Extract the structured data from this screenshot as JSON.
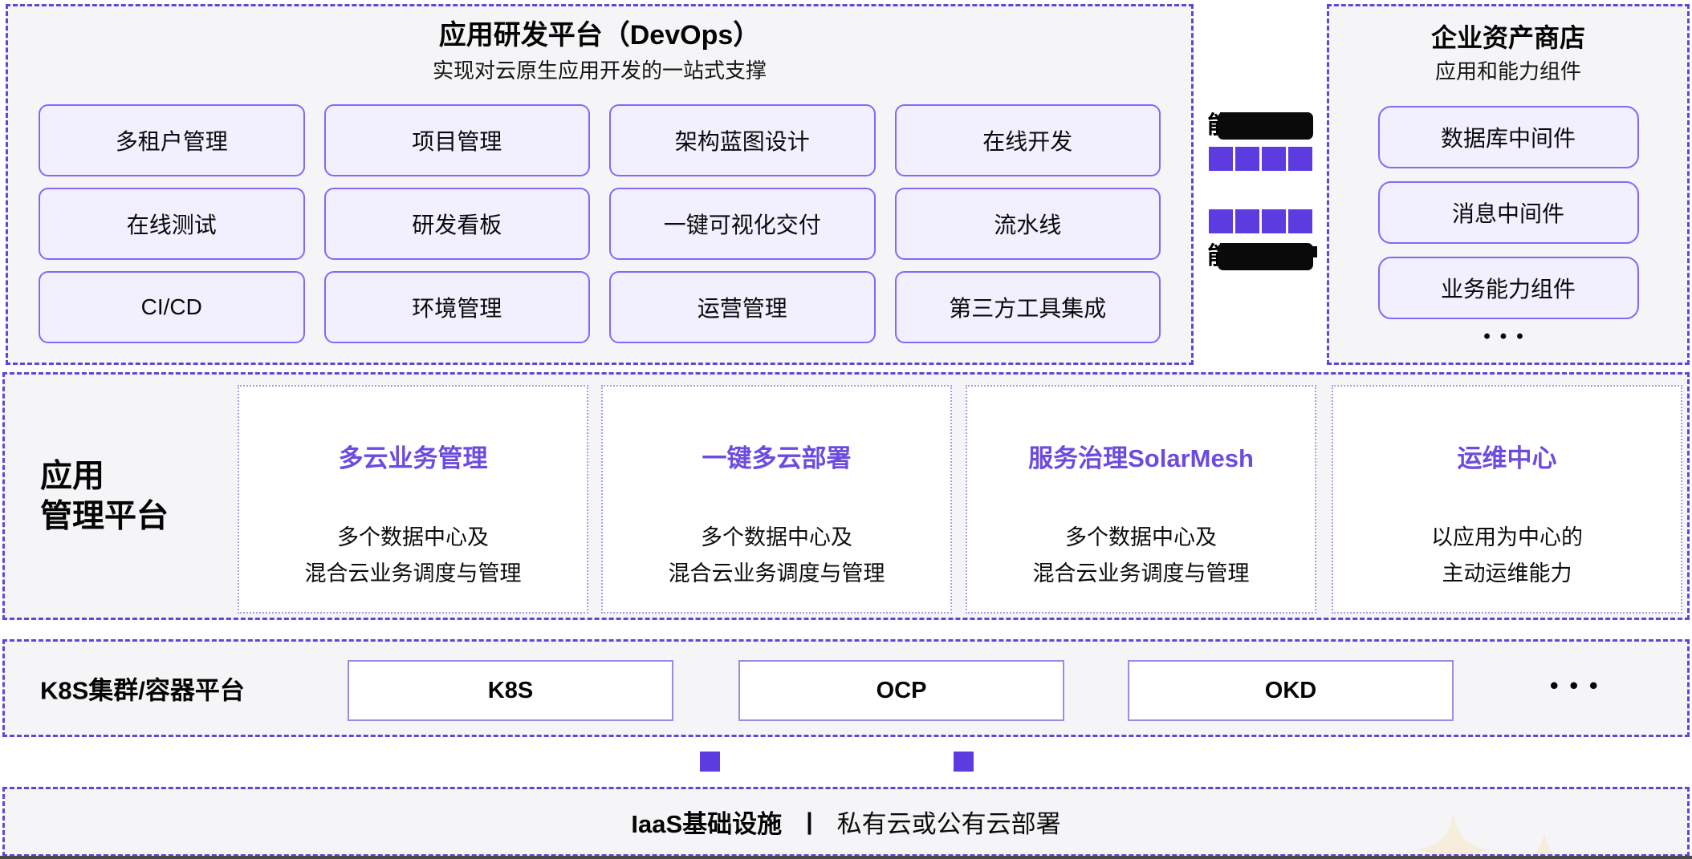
{
  "colors": {
    "accent_purple": "#5C3BE0",
    "dashed_border": "#6244D9",
    "pill_border": "#8767F8",
    "pill_fill": "#F2EFFE",
    "card_title_purple": "#6C4BE0",
    "panel_fill": "#F5F5F7",
    "sparkle": "#F6EDDA",
    "redaction": "#0A0A0A"
  },
  "devops_panel": {
    "title": "应用研发平台（DevOps）",
    "subtitle": "实现对云原生应用开发的一站式支撑",
    "buttons": [
      "多租户管理",
      "项目管理",
      "架构蓝图设计",
      "在线开发",
      "在线测试",
      "研发看板",
      "一键可视化交付",
      "流水线",
      "CI/CD",
      "环境管理",
      "运营管理",
      "第三方工具集成"
    ]
  },
  "exchange": {
    "top_visible_glyph": "能",
    "bottom_visible_glyph": "能"
  },
  "asset_store": {
    "title": "企业资产商店",
    "subtitle": "应用和能力组件",
    "items": [
      "数据库中间件",
      "消息中间件",
      "业务能力组件"
    ],
    "more": "•••"
  },
  "app_mgmt": {
    "label_line1": "应用",
    "label_line2": "管理平台",
    "cards": [
      {
        "title": "多云业务管理",
        "desc_line1": "多个数据中心及",
        "desc_line2": "混合云业务调度与管理"
      },
      {
        "title": "一键多云部署",
        "desc_line1": "多个数据中心及",
        "desc_line2": "混合云业务调度与管理"
      },
      {
        "title": "服务治理SolarMesh",
        "desc_line1": "多个数据中心及",
        "desc_line2": "混合云业务调度与管理"
      },
      {
        "title": "运维中心",
        "desc_line1": "以应用为中心的",
        "desc_line2": "主动运维能力"
      }
    ]
  },
  "k8s_band": {
    "label": "K8S集群/容器平台",
    "items": [
      "K8S",
      "OCP",
      "OKD"
    ],
    "more": "•••"
  },
  "iaas_band": {
    "label_bold": "IaaS基础设施",
    "divider": "|",
    "label_regular": "私有云或公有云部署"
  }
}
